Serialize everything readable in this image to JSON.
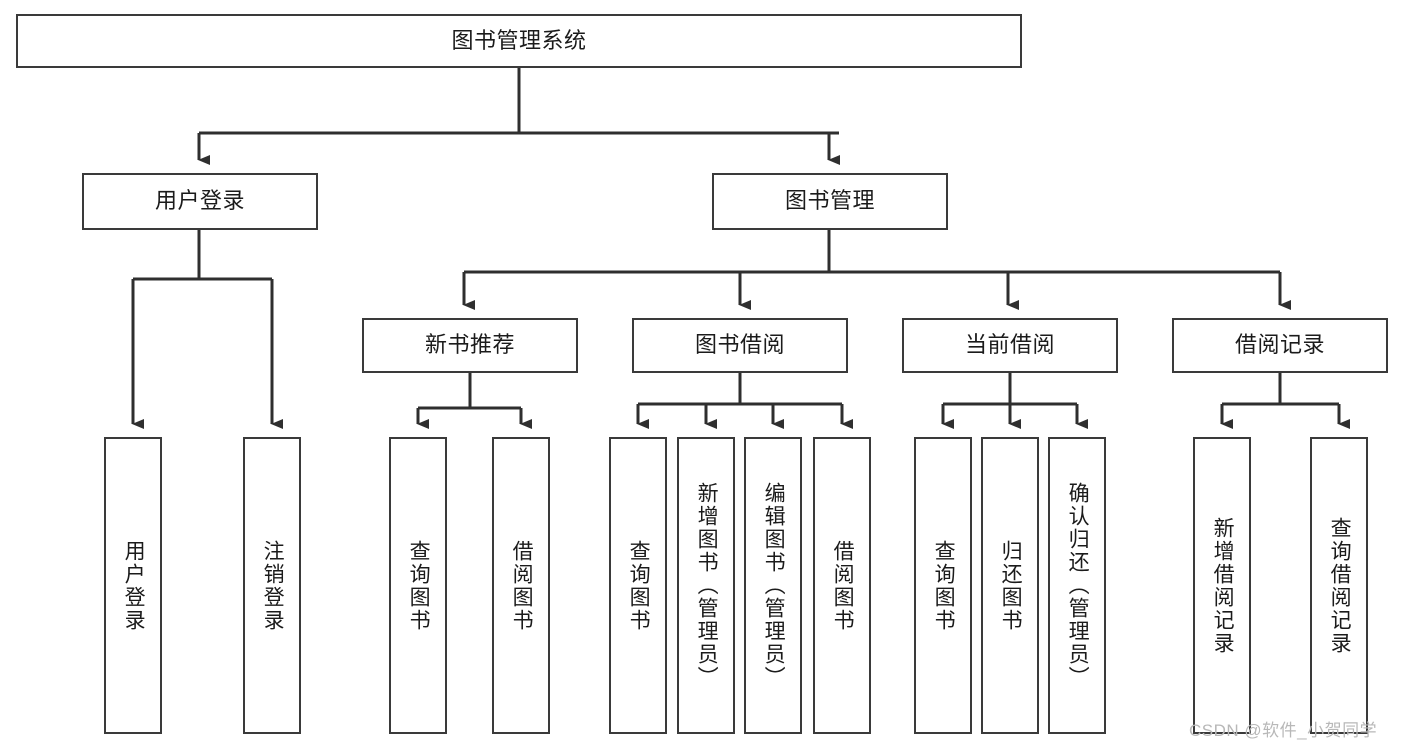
{
  "diagram": {
    "title_box": {
      "label": "图书管理系统"
    },
    "level2": [
      {
        "id": "user-login",
        "label": "用户登录"
      },
      {
        "id": "book-manage",
        "label": "图书管理"
      }
    ],
    "level3": [
      {
        "id": "new-book-recommend",
        "label": "新书推荐"
      },
      {
        "id": "book-borrow",
        "label": "图书借阅"
      },
      {
        "id": "current-borrow",
        "label": "当前借阅"
      },
      {
        "id": "borrow-record",
        "label": "借阅记录"
      }
    ],
    "leaves": [
      {
        "id": "leaf-user-login",
        "label": "用户登录"
      },
      {
        "id": "leaf-logout-login",
        "label": "注销登录"
      },
      {
        "id": "leaf-query-book-1",
        "label": "查询图书"
      },
      {
        "id": "leaf-borrow-book-1",
        "label": "借阅图书"
      },
      {
        "id": "leaf-query-book-2",
        "label": "查询图书"
      },
      {
        "id": "leaf-add-book",
        "label": "新增图书（管理员）"
      },
      {
        "id": "leaf-edit-book",
        "label": "编辑图书（管理员）"
      },
      {
        "id": "leaf-borrow-book-2",
        "label": "借阅图书"
      },
      {
        "id": "leaf-query-book-3",
        "label": "查询图书"
      },
      {
        "id": "leaf-return-book",
        "label": "归还图书"
      },
      {
        "id": "leaf-confirm-return",
        "label": "确认归还（管理员）"
      },
      {
        "id": "leaf-add-borrow-record",
        "label": "新增借阅记录"
      },
      {
        "id": "leaf-query-borrow-record",
        "label": "查询借阅记录"
      }
    ]
  },
  "watermark": {
    "text": "CSDN @软件_小贺同学"
  },
  "colors": {
    "stroke": "#3a3a3a",
    "box_fill": "#ffffff",
    "text": "#1b1b1b",
    "watermark": "#b8b8b8"
  }
}
